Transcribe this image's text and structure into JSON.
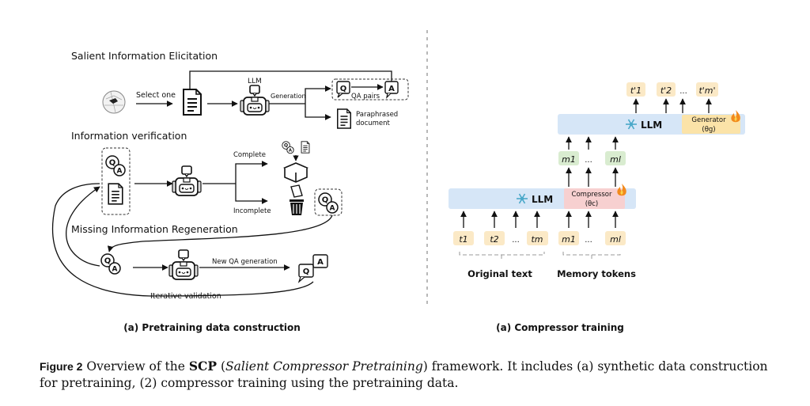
{
  "left_panel": {
    "section1_title": "Salient Information Elicitation",
    "select_label": "Select one",
    "llm_label": "LLM",
    "generation_label": "Generation",
    "q_glyph": "Q",
    "a_glyph": "A",
    "qa_pairs_label": "QA pairs",
    "paraphrased_label_1": "Paraphrased",
    "paraphrased_label_2": "document",
    "section2_title": "Information verification",
    "complete_label": "Complete",
    "incomplete_label": "Incomplete",
    "section3_title": "Missing Information Regeneration",
    "new_qa_label": "New QA generation",
    "iterative_label": "Iterative validation",
    "subcaption": "(a) Pretraining data construction"
  },
  "right_panel": {
    "llm_label": "LLM",
    "generator_label": "Generator",
    "generator_param": "(θg)",
    "compressor_label": "Compressor",
    "compressor_param": "(θc)",
    "output_tokens": [
      "t'1",
      "t'2",
      "...",
      "t'm'"
    ],
    "upper_memory_tokens": [
      "m1",
      "...",
      "ml"
    ],
    "input_text_tokens": [
      "t1",
      "t2",
      "...",
      "tm"
    ],
    "input_memory_tokens": [
      "m1",
      "...",
      "ml"
    ],
    "original_text_label": "Original text",
    "memory_tokens_label": "Memory tokens",
    "subcaption": "(a) Compressor training",
    "colors": {
      "llm_bar": "#d6e6f7",
      "token_text": "#fbe9c6",
      "token_memory": "#d9ecd0",
      "compressor": "#f7d0d0",
      "generator": "#fbe3a8",
      "snowflake": "#4aa8c9",
      "fire": "#f28a1c"
    }
  },
  "caption": {
    "figure_label": "Figure 2",
    "text_before": "Overview of the",
    "bold": "SCP",
    "italic": "Salient Compressor Pretraining",
    "text_after": "framework. It includes (a) synthetic data construction for pretraining, (2) compressor training using the pretraining data."
  }
}
